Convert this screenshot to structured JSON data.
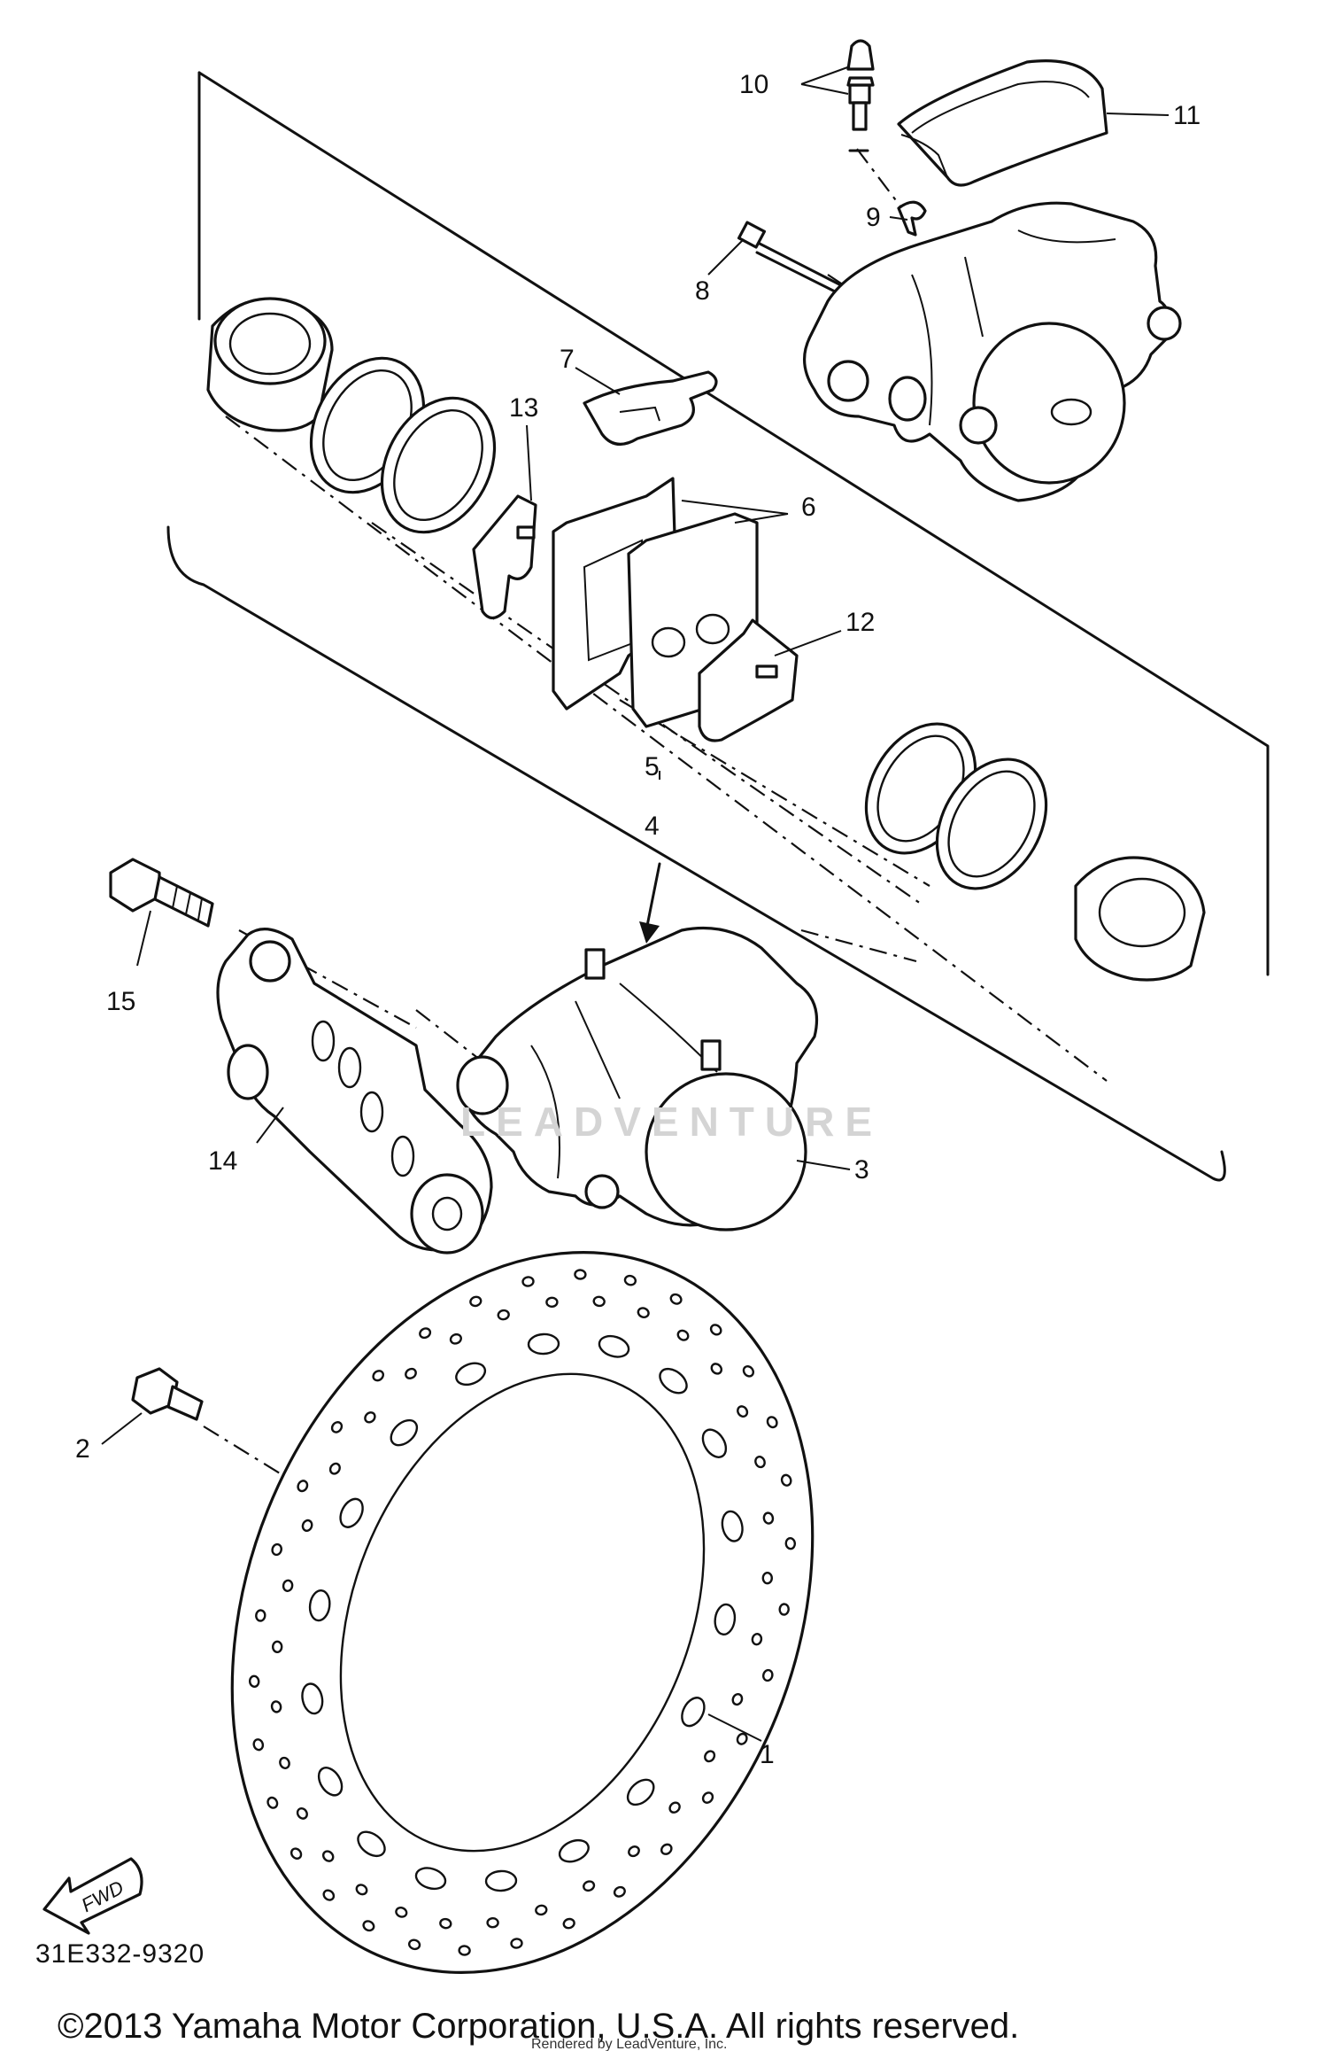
{
  "diagram": {
    "callouts": [
      {
        "id": "1",
        "label": "1"
      },
      {
        "id": "2",
        "label": "2"
      },
      {
        "id": "3",
        "label": "3"
      },
      {
        "id": "4",
        "label": "4"
      },
      {
        "id": "5",
        "label": "5"
      },
      {
        "id": "6",
        "label": "6"
      },
      {
        "id": "7",
        "label": "7"
      },
      {
        "id": "8",
        "label": "8"
      },
      {
        "id": "9",
        "label": "9"
      },
      {
        "id": "10",
        "label": "10"
      },
      {
        "id": "11",
        "label": "11"
      },
      {
        "id": "12",
        "label": "12"
      },
      {
        "id": "13",
        "label": "13"
      },
      {
        "id": "14",
        "label": "14"
      },
      {
        "id": "15",
        "label": "15"
      }
    ],
    "watermark": "LEADVENTURE",
    "fwd_label": "FWD",
    "diagram_code": "31E332-9320",
    "copyright": "©2013 Yamaha Motor Corporation, U.S.A. All rights reserved.",
    "rendered_by": "Rendered by LeadVenture, Inc."
  }
}
